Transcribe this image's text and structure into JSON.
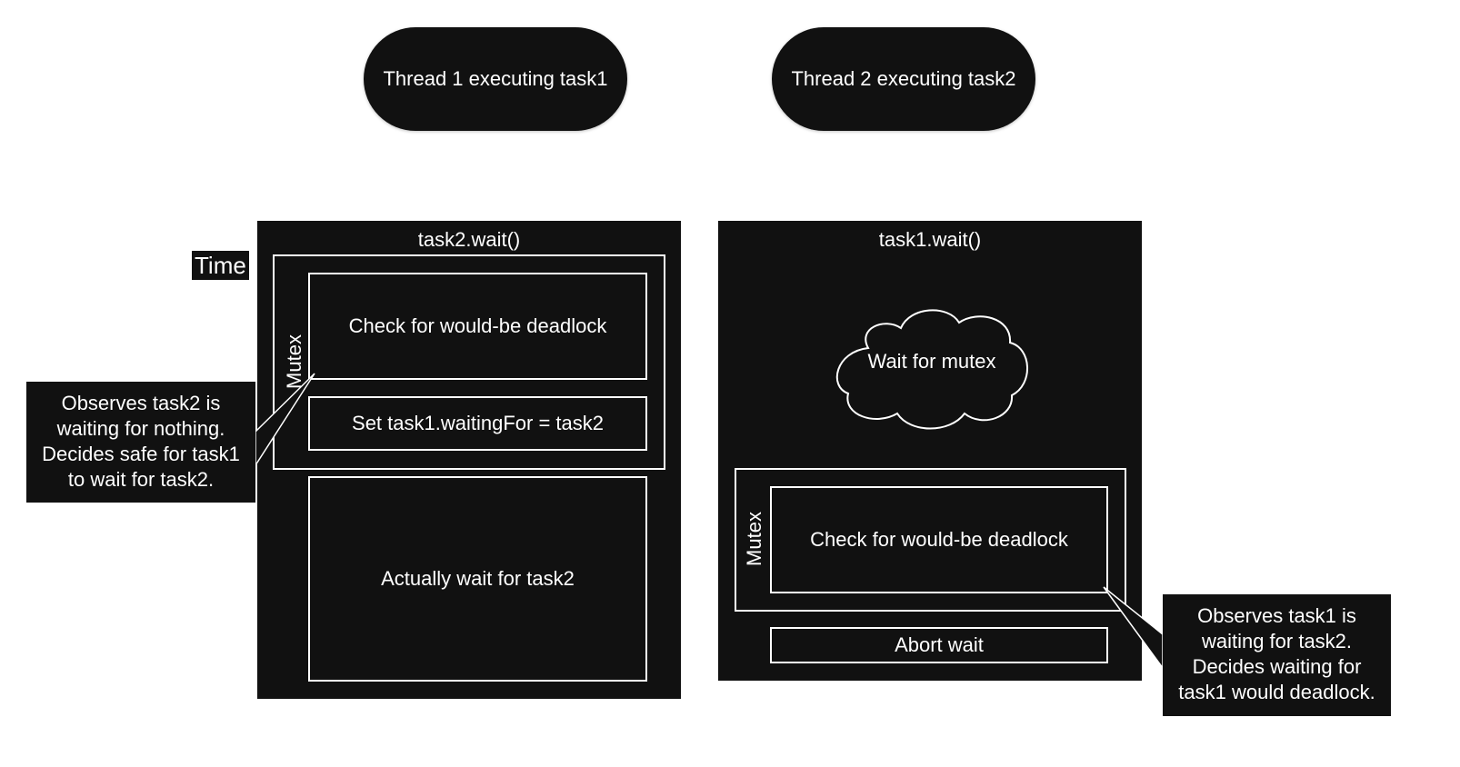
{
  "threads": {
    "thread1_label": "Thread 1 executing task1",
    "thread2_label": "Thread 2 executing task2"
  },
  "time_label": "Time",
  "left_panel": {
    "title": "task2.wait()",
    "mutex_label": "Mutex",
    "check_label": "Check for would-be deadlock",
    "set_label": "Set task1.waitingFor = task2",
    "wait_label": "Actually wait for task2",
    "callout": [
      "Observes task2 is",
      "waiting for nothing.",
      "Decides safe for task1",
      "to wait for task2."
    ]
  },
  "right_panel": {
    "title": "task1.wait()",
    "cloud_label": "Wait for mutex",
    "mutex_label": "Mutex",
    "check_label": "Check for would-be deadlock",
    "abort_label": "Abort wait",
    "callout": [
      "Observes task1 is",
      "waiting for task2.",
      "Decides waiting for",
      "task1 would deadlock."
    ]
  },
  "colors": {
    "fill": "#111111",
    "stroke": "#ffffff",
    "background": "#ffffff"
  }
}
